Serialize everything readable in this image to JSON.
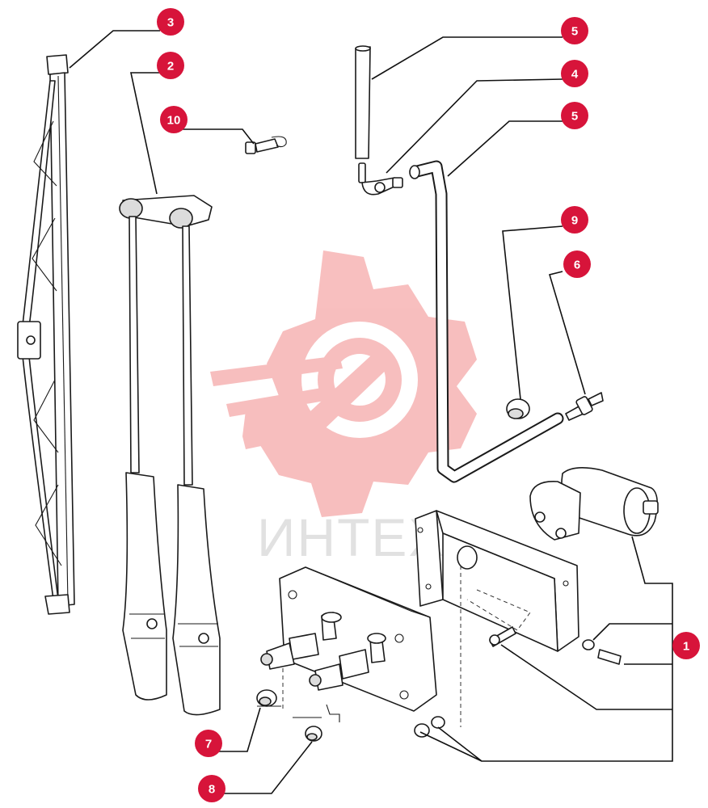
{
  "colors": {
    "callout": "#d7143a",
    "watermark": "#f28a8a",
    "watermark_text": "#c9c9c9"
  },
  "watermark": {
    "text": "ИНТЕХ",
    "logo": "gear-wrench-logo"
  },
  "callouts": [
    {
      "id": "c3",
      "label": "3"
    },
    {
      "id": "c2",
      "label": "2"
    },
    {
      "id": "c10",
      "label": "10"
    },
    {
      "id": "c5a",
      "label": "5"
    },
    {
      "id": "c4",
      "label": "4"
    },
    {
      "id": "c5b",
      "label": "5"
    },
    {
      "id": "c9",
      "label": "9"
    },
    {
      "id": "c6",
      "label": "6"
    },
    {
      "id": "c1",
      "label": "1"
    },
    {
      "id": "c7",
      "label": "7"
    },
    {
      "id": "c8",
      "label": "8"
    }
  ]
}
